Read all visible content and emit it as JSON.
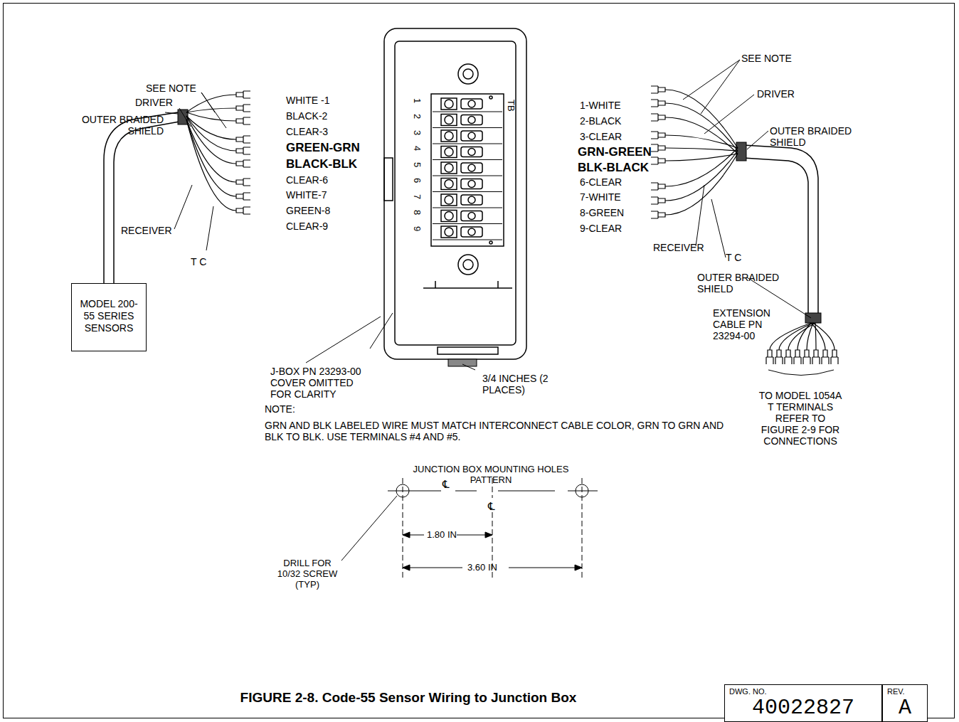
{
  "diagram": {
    "caption": "FIGURE 2-8. Code-55 Sensor Wiring to Junction Box",
    "nodes": [
      {
        "text": [
          "MODEL 200-55 SERIES SENSORS"
        ]
      },
      {
        "text": [
          "DWG. NO.",
          "40022827"
        ]
      },
      {
        "text": [
          "REV.",
          "A"
        ]
      }
    ],
    "labels": [
      "SEE NOTE",
      "DRIVER",
      "OUTER BRAIDED SHIELD",
      "RECEIVER",
      "T C",
      "WHITE -1",
      "BLACK-2",
      "CLEAR-3",
      "GREEN-GRN",
      "BLACK-BLK",
      "CLEAR-6",
      "WHITE-7",
      "GREEN-8",
      "CLEAR-9",
      "TB",
      "1",
      "2",
      "3",
      "4",
      "5",
      "6",
      "7",
      "8",
      "9",
      "1-WHITE",
      "2-BLACK",
      "3-CLEAR",
      "GRN-GREEN",
      "BLK-BLACK",
      "6-CLEAR",
      "7-WHITE",
      "8-GREEN",
      "9-CLEAR",
      "SEE NOTE",
      "DRIVER",
      "OUTER BRAIDED SHIELD",
      "RECEIVER",
      "T C",
      "OUTER BRAIDED SHIELD",
      "EXTENSION CABLE PN 23294-00",
      "TO MODEL 1054A T TERMINALS REFER TO FIGURE 2-9 FOR CONNECTIONS",
      "J-BOX PN 23293-00 COVER OMITTED FOR CLARITY",
      "3/4 INCHES (2 PLACES)",
      "NOTE:",
      "GRN AND BLK LABELED WIRE MUST MATCH INTERCONNECT CABLE COLOR, GRN TO GRN AND BLK TO BLK. USE TERMINALS #4 AND #5.",
      "JUNCTION BOX MOUNTING HOLES PATTERN",
      "DRILL FOR 10/32 SCREW (TYP)",
      "1.80 IN",
      "3.60 IN",
      "℄",
      "℄"
    ]
  }
}
